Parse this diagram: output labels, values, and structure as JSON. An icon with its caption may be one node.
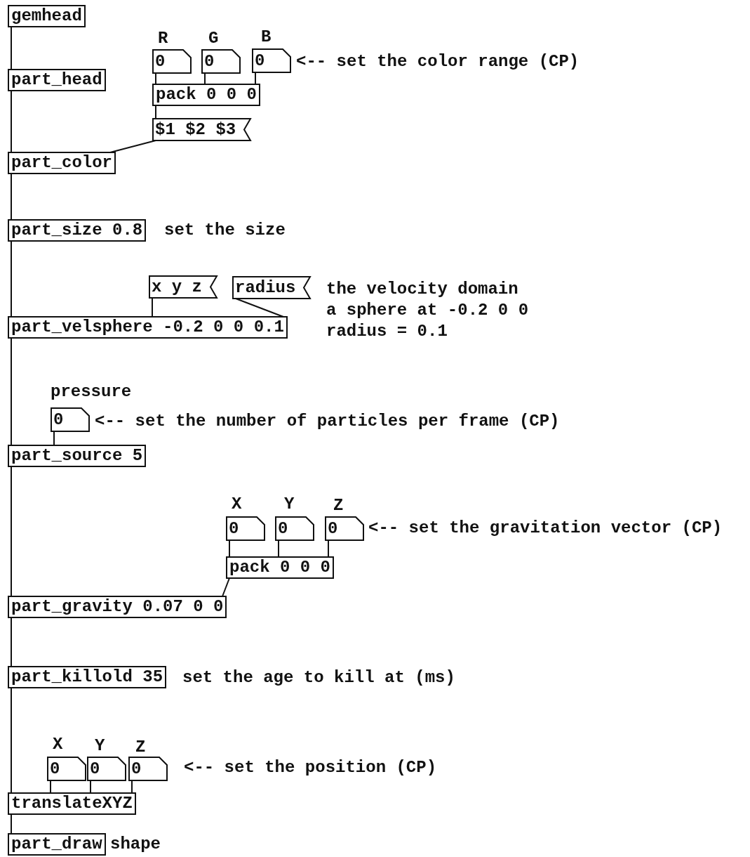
{
  "diagram": {
    "nodes": [
      {
        "text": [
          "gemhead"
        ]
      },
      {
        "text": [
          "part_head"
        ]
      },
      {
        "text": [
          "0"
        ]
      },
      {
        "text": [
          "0"
        ]
      },
      {
        "text": [
          "0"
        ]
      },
      {
        "text": [
          "pack 0 0 0"
        ]
      },
      {
        "text": [
          "$1 $2 $3"
        ]
      },
      {
        "text": [
          "part_color"
        ]
      },
      {
        "text": [
          "part_size 0.8"
        ]
      },
      {
        "text": [
          "x y z"
        ]
      },
      {
        "text": [
          "radius"
        ]
      },
      {
        "text": [
          "part_velsphere -0.2 0 0 0.1"
        ]
      },
      {
        "text": [
          "0"
        ]
      },
      {
        "text": [
          "part_source 5"
        ]
      },
      {
        "text": [
          "0"
        ]
      },
      {
        "text": [
          "0"
        ]
      },
      {
        "text": [
          "0"
        ]
      },
      {
        "text": [
          "pack 0 0 0"
        ]
      },
      {
        "text": [
          "part_gravity 0.07 0 0"
        ]
      },
      {
        "text": [
          "part_killold 35"
        ]
      },
      {
        "text": [
          "0"
        ]
      },
      {
        "text": [
          "0"
        ]
      },
      {
        "text": [
          "0"
        ]
      },
      {
        "text": [
          "translateXYZ"
        ]
      },
      {
        "text": [
          "part_draw"
        ],
        "beside": [
          "shape"
        ]
      }
    ],
    "edges": [
      {
        "from": 0,
        "to": 1,
        "arrow": "none"
      },
      {
        "from": 1,
        "to": 7,
        "arrow": "none"
      },
      {
        "from": 2,
        "to": 5,
        "arrow": "none"
      },
      {
        "from": 3,
        "to": 5,
        "arrow": "none"
      },
      {
        "from": 4,
        "to": 5,
        "arrow": "none"
      },
      {
        "from": 5,
        "to": 6,
        "arrow": "none"
      },
      {
        "from": 6,
        "to": 7,
        "arrow": "none"
      },
      {
        "from": 7,
        "to": 8,
        "arrow": "none"
      },
      {
        "from": 8,
        "to": 11,
        "arrow": "none"
      },
      {
        "from": 9,
        "to": 11,
        "arrow": "none"
      },
      {
        "from": 10,
        "to": 11,
        "arrow": "none"
      },
      {
        "from": 11,
        "to": 13,
        "arrow": "none"
      },
      {
        "from": 12,
        "to": 13,
        "arrow": "none"
      },
      {
        "from": 13,
        "to": 18,
        "arrow": "none"
      },
      {
        "from": 14,
        "to": 17,
        "arrow": "none"
      },
      {
        "from": 15,
        "to": 17,
        "arrow": "none"
      },
      {
        "from": 16,
        "to": 17,
        "arrow": "none"
      },
      {
        "from": 17,
        "to": 18,
        "arrow": "none"
      },
      {
        "from": 18,
        "to": 19,
        "arrow": "none"
      },
      {
        "from": 19,
        "to": 23,
        "arrow": "none"
      },
      {
        "from": 20,
        "to": 23,
        "arrow": "none"
      },
      {
        "from": 21,
        "to": 23,
        "arrow": "none"
      },
      {
        "from": 22,
        "to": 23,
        "arrow": "none"
      },
      {
        "from": 23,
        "to": 24,
        "arrow": "none"
      }
    ],
    "labels": [
      "R",
      "G",
      "B",
      "<-- set the color range (CP)",
      "set the size",
      "the velocity domain a sphere at -0.2 0 0 radius = 0.1",
      "pressure",
      "<-- set the number of particles per frame (CP)",
      "X",
      "Y",
      "Z",
      "<-- set the gravitation vector (CP)",
      "set the age to kill at (ms)",
      "X",
      "Y",
      "Z",
      "<-- set the position (CP)"
    ]
  }
}
